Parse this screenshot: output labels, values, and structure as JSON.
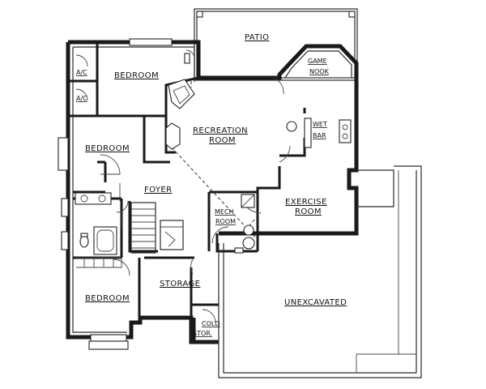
{
  "rooms": {
    "patio": "PATIO",
    "game_nook_1": "GAME",
    "game_nook_2": "NOOK",
    "bedroom_top": "BEDROOM",
    "ac_top": "A/C",
    "ac_bottom": "A/C",
    "recreation_1": "RECREATION",
    "recreation_2": "ROOM",
    "wet_bar_1": "WET",
    "wet_bar_2": "BAR",
    "bedroom_mid": "BEDROOM",
    "foyer": "FOYER",
    "exercise_1": "EXERCISE",
    "exercise_2": "ROOM",
    "mech_1": "MECH",
    "mech_2": "ROOM",
    "storage": "STORAGE",
    "bedroom_bottom": "BEDROOM",
    "unexcavated": "UNEXCAVATED",
    "cold_1": "COLD",
    "cold_2": "STOR."
  },
  "colors": {
    "wall": "#1a1a1a",
    "background": "#ffffff"
  }
}
